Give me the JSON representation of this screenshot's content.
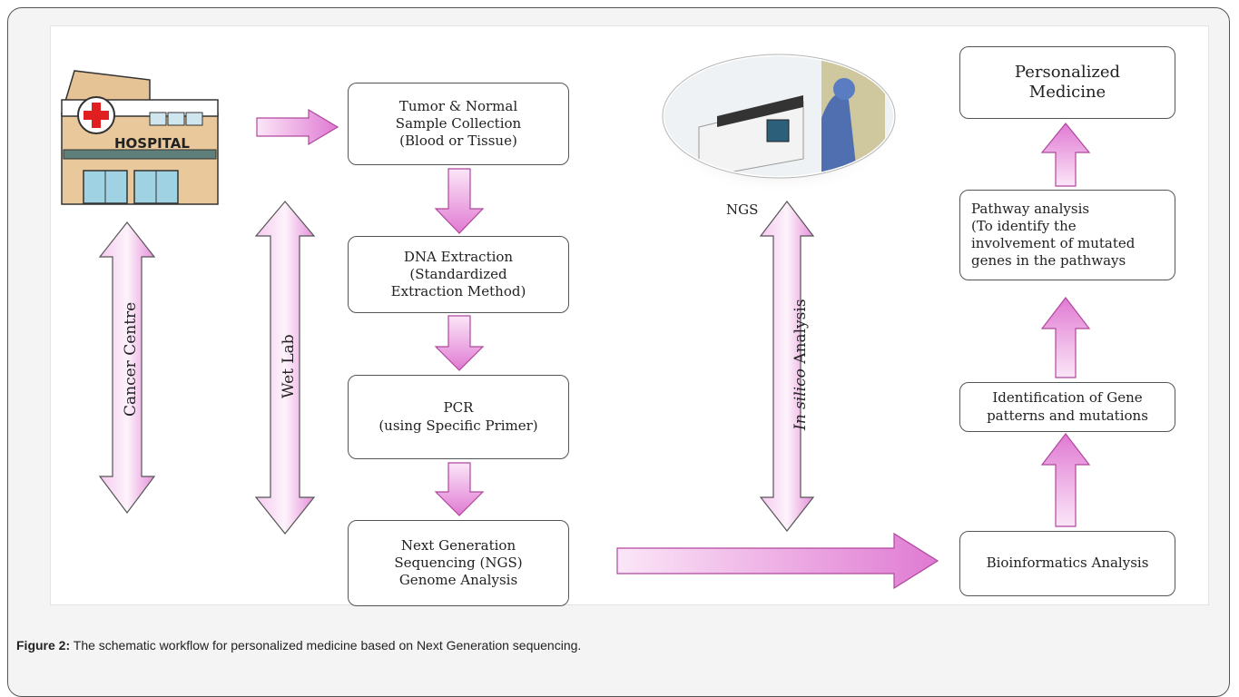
{
  "diagram": {
    "boxes": {
      "sample_collection": "Tumor & Normal\nSample Collection\n(Blood or Tissue)",
      "dna_extraction": "DNA Extraction\n(Standardized\nExtraction Method)",
      "pcr": "PCR\n(using Specific Primer)",
      "ngs_analysis": "Next Generation\nSequencing (NGS)\nGenome Analysis",
      "personalized_medicine": "Personalized\nMedicine",
      "pathway_analysis": "Pathway analysis\n(To identify the\ninvolvement of mutated\ngenes in the pathways",
      "gene_patterns": "Identification of Gene\npatterns and mutations",
      "bioinformatics": "Bioinformatics Analysis"
    },
    "labels": {
      "cancer_centre": "Cancer Centre",
      "wet_lab": "Wet Lab",
      "in_silico_italic": "In silico",
      "in_silico_rest": " Analysis",
      "ngs": "NGS",
      "hospital_sign": "HOSPITAL"
    },
    "colors": {
      "arrow_light": "#fbe6f8",
      "arrow_mid": "#f0a6e6",
      "arrow_dark": "#e07ad2",
      "arrow_stroke": "#b0479e",
      "hospital_red": "#e02020"
    }
  },
  "caption": {
    "label": "Figure 2:",
    "text": " The schematic workflow for personalized medicine based on Next Generation sequencing."
  }
}
